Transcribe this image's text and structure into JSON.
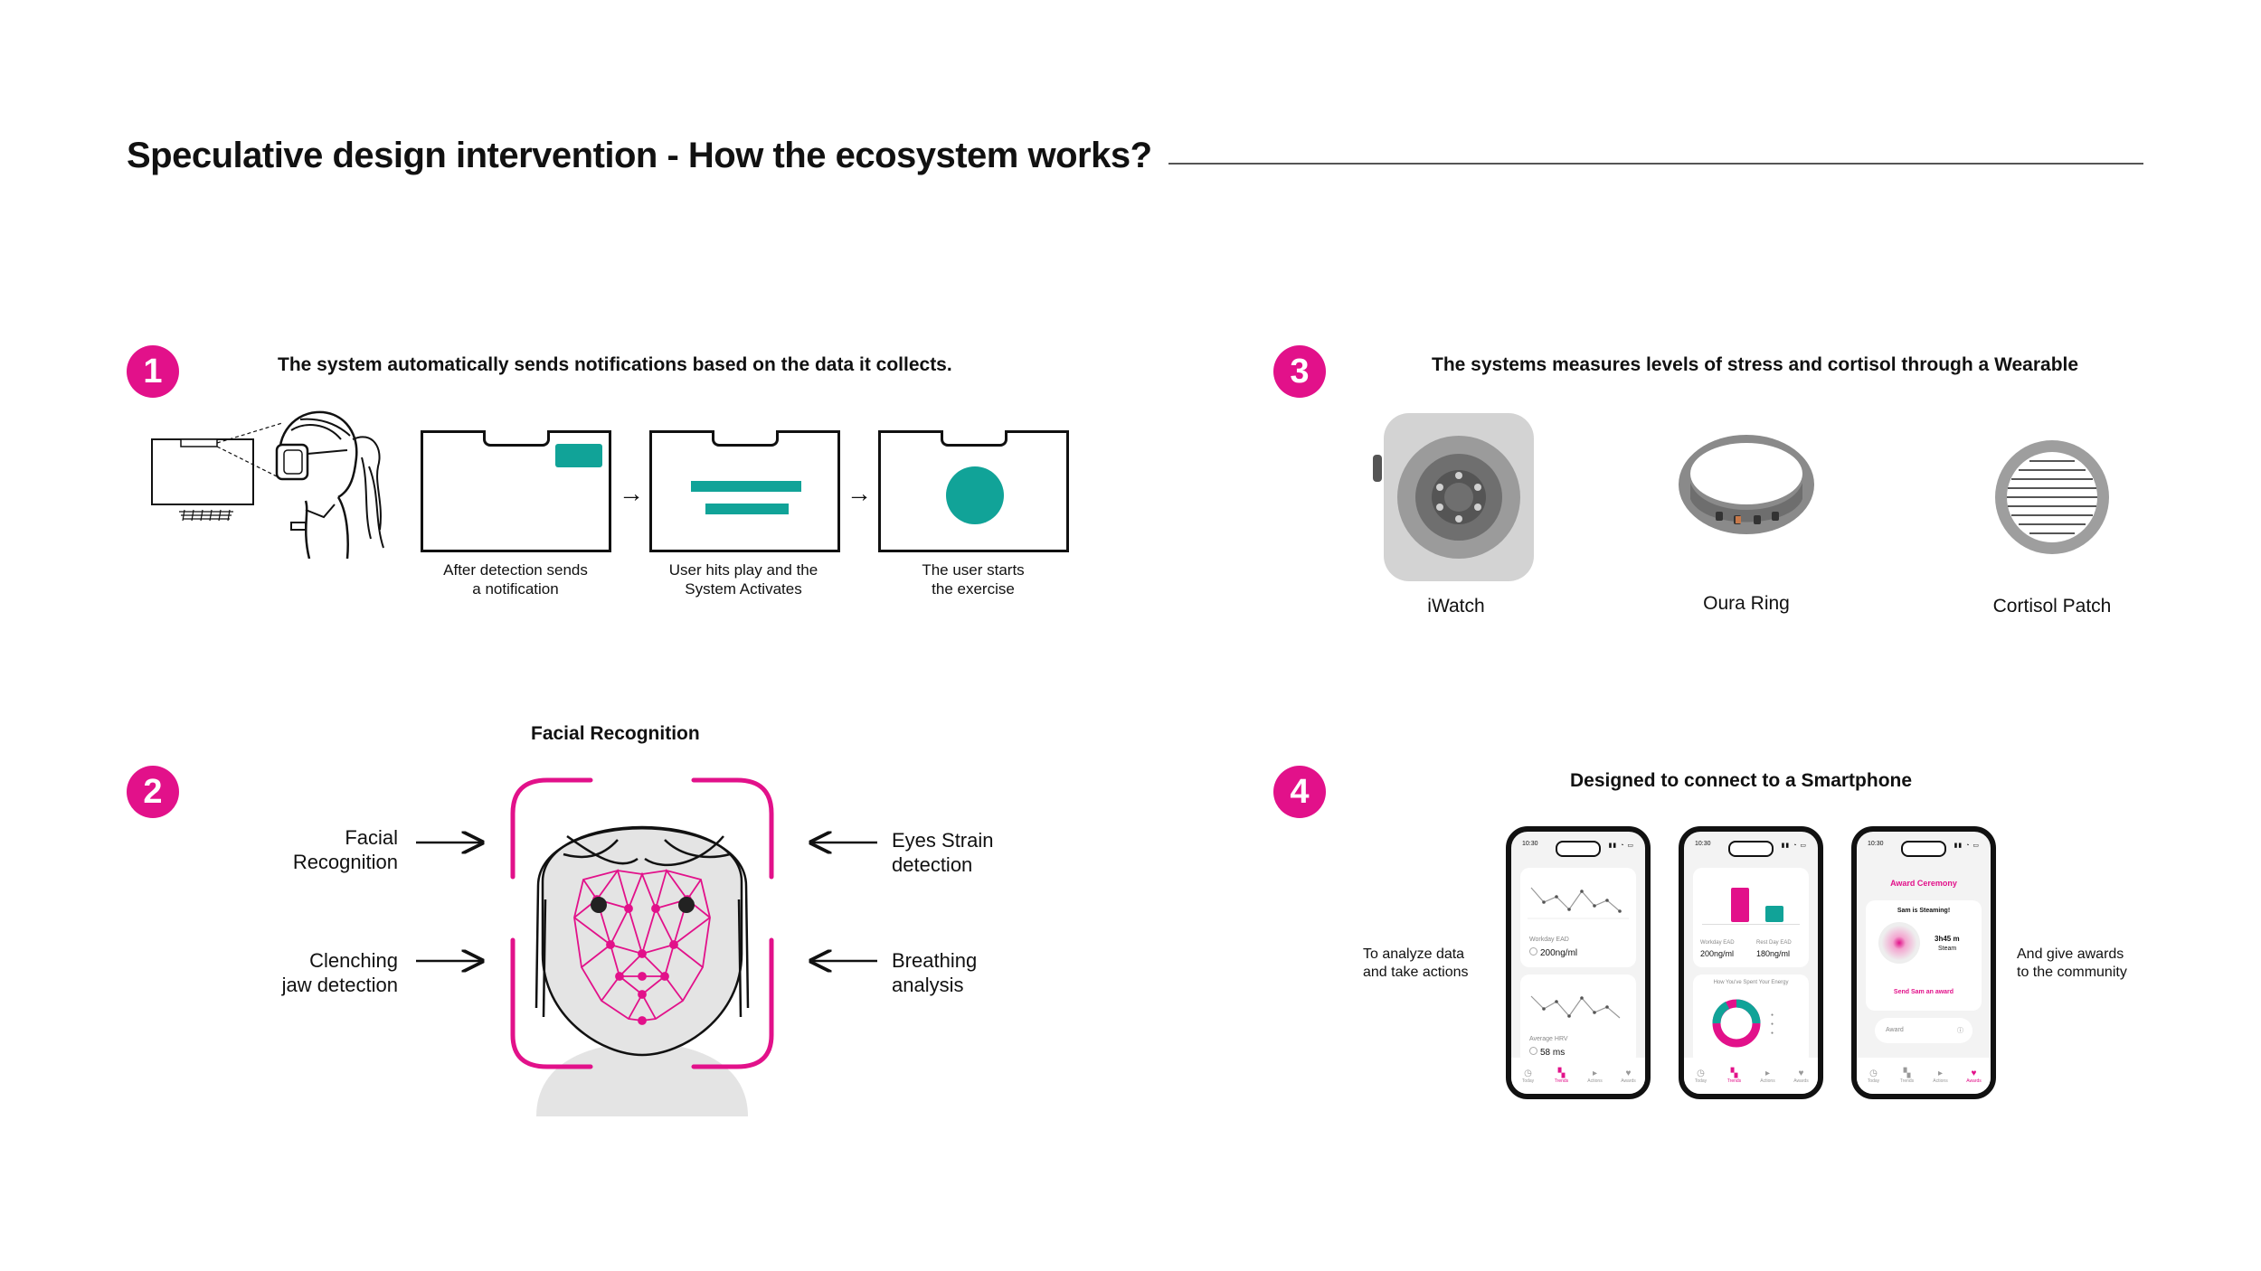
{
  "title": "Speculative design intervention - How the ecosystem works?",
  "accent_color": "#e2118a",
  "teal_color": "#11a398",
  "step1": {
    "number": "1",
    "heading": "The system automatically sends notifications based on the data it collects.",
    "captions": [
      "After detection sends\na notification",
      "User hits play and the\nSystem Activates",
      "The user starts\nthe exercise"
    ]
  },
  "step2": {
    "number": "2",
    "heading": "Facial Recognition",
    "left_labels": [
      "Facial\nRecognition",
      "Clenching\njaw detection"
    ],
    "right_labels": [
      "Eyes Strain\ndetection",
      "Breathing\nanalysis"
    ]
  },
  "step3": {
    "number": "3",
    "heading": "The systems measures levels of stress and cortisol through a Wearable",
    "devices": [
      "iWatch",
      "Oura Ring",
      "Cortisol Patch"
    ]
  },
  "step4": {
    "number": "4",
    "heading": "Designed to connect to  a Smartphone",
    "left_note": "To analyze data\nand take actions",
    "right_note": "And give awards\nto the community",
    "phone_time": "10:30",
    "phone1": {
      "card1_label": "Workday EAD",
      "card1_value": "200ng/ml",
      "card2_label": "Average HRV",
      "card2_value": "58 ms"
    },
    "phone2": {
      "bar_labels": [
        "Workday EAD",
        "Rest Day EAD"
      ],
      "bar_values": [
        "200ng/ml",
        "180ng/ml"
      ],
      "donut_title": "How You've Spent Your Energy"
    },
    "phone3": {
      "header": "Award Ceremony",
      "card_title": "Sam is Steaming!",
      "stat_value": "3h45 m",
      "stat_label": "Steam",
      "link": "Send Sam an award",
      "input_label": "Award"
    },
    "tabs": [
      "Today",
      "Trends",
      "Actions",
      "Awards"
    ]
  }
}
